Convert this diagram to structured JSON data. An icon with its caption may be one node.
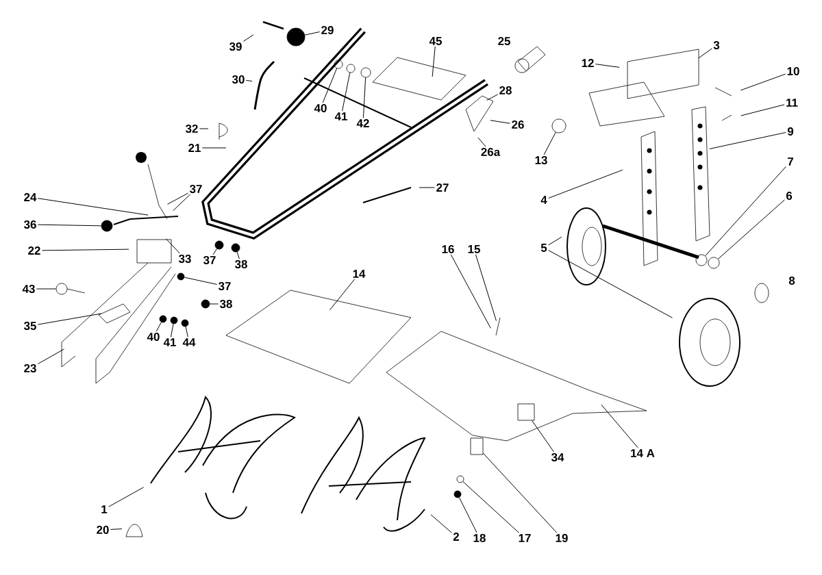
{
  "diagram": {
    "nodes": [
      {
        "text": [
          "39"
        ]
      },
      {
        "text": [
          "29"
        ]
      },
      {
        "text": [
          "30"
        ]
      },
      {
        "text": [
          "40"
        ]
      },
      {
        "text": [
          "41"
        ]
      },
      {
        "text": [
          "42"
        ]
      },
      {
        "text": [
          "45"
        ]
      },
      {
        "text": [
          "12"
        ]
      },
      {
        "text": [
          "3"
        ]
      },
      {
        "text": [
          "10"
        ]
      },
      {
        "text": [
          "11"
        ]
      },
      {
        "text": [
          "9"
        ]
      },
      {
        "text": [
          "13"
        ]
      },
      {
        "text": [
          "28"
        ]
      },
      {
        "text": [
          "26"
        ]
      },
      {
        "text": [
          "26a"
        ]
      },
      {
        "text": [
          "27"
        ]
      },
      {
        "text": [
          "32"
        ]
      },
      {
        "text": [
          "21"
        ]
      },
      {
        "text": [
          "37"
        ]
      },
      {
        "text": [
          "24"
        ]
      },
      {
        "text": [
          "36"
        ]
      },
      {
        "text": [
          "22"
        ]
      },
      {
        "text": [
          "33"
        ]
      },
      {
        "text": [
          "37"
        ]
      },
      {
        "text": [
          "38"
        ]
      },
      {
        "text": [
          "43"
        ]
      },
      {
        "text": [
          "37"
        ]
      },
      {
        "text": [
          "38"
        ]
      },
      {
        "text": [
          "35"
        ]
      },
      {
        "text": [
          "40"
        ]
      },
      {
        "text": [
          "41"
        ]
      },
      {
        "text": [
          "44"
        ]
      },
      {
        "text": [
          "23"
        ]
      },
      {
        "text": [
          "14"
        ]
      },
      {
        "text": [
          "16"
        ]
      },
      {
        "text": [
          "15"
        ]
      },
      {
        "text": [
          "4"
        ]
      },
      {
        "text": [
          "5"
        ]
      },
      {
        "text": [
          "7"
        ]
      },
      {
        "text": [
          "6"
        ]
      },
      {
        "text": [
          "14 A"
        ]
      },
      {
        "text": [
          "34"
        ]
      },
      {
        "text": [
          "19"
        ]
      },
      {
        "text": [
          "17"
        ]
      },
      {
        "text": [
          "18"
        ]
      },
      {
        "text": [
          "2"
        ]
      },
      {
        "text": [
          "1"
        ]
      },
      {
        "text": [
          "20"
        ]
      },
      {
        "text": [],
        "shape": "circle"
      },
      {
        "text": [],
        "shape": "circle"
      },
      {
        "text": [],
        "shape": "circle"
      },
      {
        "text": [],
        "shape": "circle"
      },
      {
        "text": [],
        "shape": "circle"
      },
      {
        "text": [],
        "shape": "circle"
      },
      {
        "text": [],
        "shape": "circle"
      },
      {
        "text": [],
        "shape": "circle"
      },
      {
        "text": [],
        "shape": "circle"
      },
      {
        "text": [],
        "shape": "circle"
      },
      {
        "text": [],
        "shape": "circle"
      },
      {
        "text": [],
        "shape": "circle"
      },
      {
        "text": [],
        "shape": "circle"
      },
      {
        "text": [],
        "shape": "circle"
      },
      {
        "text": [],
        "shape": "circle"
      },
      {
        "text": [],
        "shape": "circle"
      },
      {
        "text": [],
        "shape": "box"
      },
      {
        "text": [],
        "shape": "box"
      },
      {
        "text": [],
        "shape": "circle"
      },
      {
        "text": [],
        "shape": "circle"
      }
    ],
    "edges": [
      {
        "from": 0,
        "to": null,
        "arrow": "none"
      },
      {
        "from": 1,
        "to": 49,
        "arrow": "none"
      },
      {
        "from": 2,
        "to": null,
        "arrow": "none"
      },
      {
        "from": 3,
        "to": 50,
        "arrow": "none"
      },
      {
        "from": 4,
        "to": 51,
        "arrow": "none"
      },
      {
        "from": 5,
        "to": 52,
        "arrow": "none"
      },
      {
        "from": 6,
        "to": null,
        "arrow": "none"
      },
      {
        "from": 7,
        "to": null,
        "arrow": "none"
      },
      {
        "from": 8,
        "to": null,
        "arrow": "none"
      },
      {
        "from": 9,
        "to": null,
        "arrow": "none"
      },
      {
        "from": 10,
        "to": null,
        "arrow": "none"
      },
      {
        "from": 11,
        "to": null,
        "arrow": "none"
      },
      {
        "from": 12,
        "to": 53,
        "arrow": "none"
      },
      {
        "from": 13,
        "to": null,
        "arrow": "none"
      },
      {
        "from": 14,
        "to": null,
        "arrow": "none"
      },
      {
        "from": 15,
        "to": null,
        "arrow": "none"
      },
      {
        "from": 16,
        "to": null,
        "arrow": "none"
      },
      {
        "from": 17,
        "to": null,
        "arrow": "none"
      },
      {
        "from": 18,
        "to": null,
        "arrow": "none"
      },
      {
        "from": 19,
        "to": null,
        "arrow": "none"
      },
      {
        "from": 19,
        "to": null,
        "arrow": "none"
      },
      {
        "from": 20,
        "to": null,
        "arrow": "none"
      },
      {
        "from": 21,
        "to": 54,
        "arrow": "none"
      },
      {
        "from": 22,
        "to": null,
        "arrow": "none"
      },
      {
        "from": 23,
        "to": null,
        "arrow": "none"
      },
      {
        "from": 24,
        "to": 55,
        "arrow": "none"
      },
      {
        "from": 25,
        "to": 56,
        "arrow": "none"
      },
      {
        "from": 26,
        "to": 57,
        "arrow": "none"
      },
      {
        "from": 27,
        "to": 58,
        "arrow": "none"
      },
      {
        "from": 28,
        "to": 59,
        "arrow": "none"
      },
      {
        "from": 29,
        "to": null,
        "arrow": "none"
      },
      {
        "from": 30,
        "to": 60,
        "arrow": "none"
      },
      {
        "from": 31,
        "to": 61,
        "arrow": "none"
      },
      {
        "from": 32,
        "to": 62,
        "arrow": "none"
      },
      {
        "from": 33,
        "to": null,
        "arrow": "none"
      },
      {
        "from": 34,
        "to": null,
        "arrow": "none"
      },
      {
        "from": 35,
        "to": null,
        "arrow": "none"
      },
      {
        "from": 36,
        "to": null,
        "arrow": "none"
      },
      {
        "from": 37,
        "to": null,
        "arrow": "none"
      },
      {
        "from": 38,
        "to": null,
        "arrow": "none"
      },
      {
        "from": 38,
        "to": null,
        "arrow": "none"
      },
      {
        "from": 39,
        "to": 63,
        "arrow": "none"
      },
      {
        "from": 40,
        "to": 64,
        "arrow": "none"
      },
      {
        "from": 41,
        "to": null,
        "arrow": "none"
      },
      {
        "from": 42,
        "to": 65,
        "arrow": "none"
      },
      {
        "from": 43,
        "to": 66,
        "arrow": "none"
      },
      {
        "from": 44,
        "to": 67,
        "arrow": "none"
      },
      {
        "from": 45,
        "to": 68,
        "arrow": "none"
      },
      {
        "from": 46,
        "to": null,
        "arrow": "none"
      },
      {
        "from": 47,
        "to": null,
        "arrow": "none"
      },
      {
        "from": 48,
        "to": null,
        "arrow": "none"
      }
    ],
    "labels": [
      "25",
      "8"
    ]
  }
}
